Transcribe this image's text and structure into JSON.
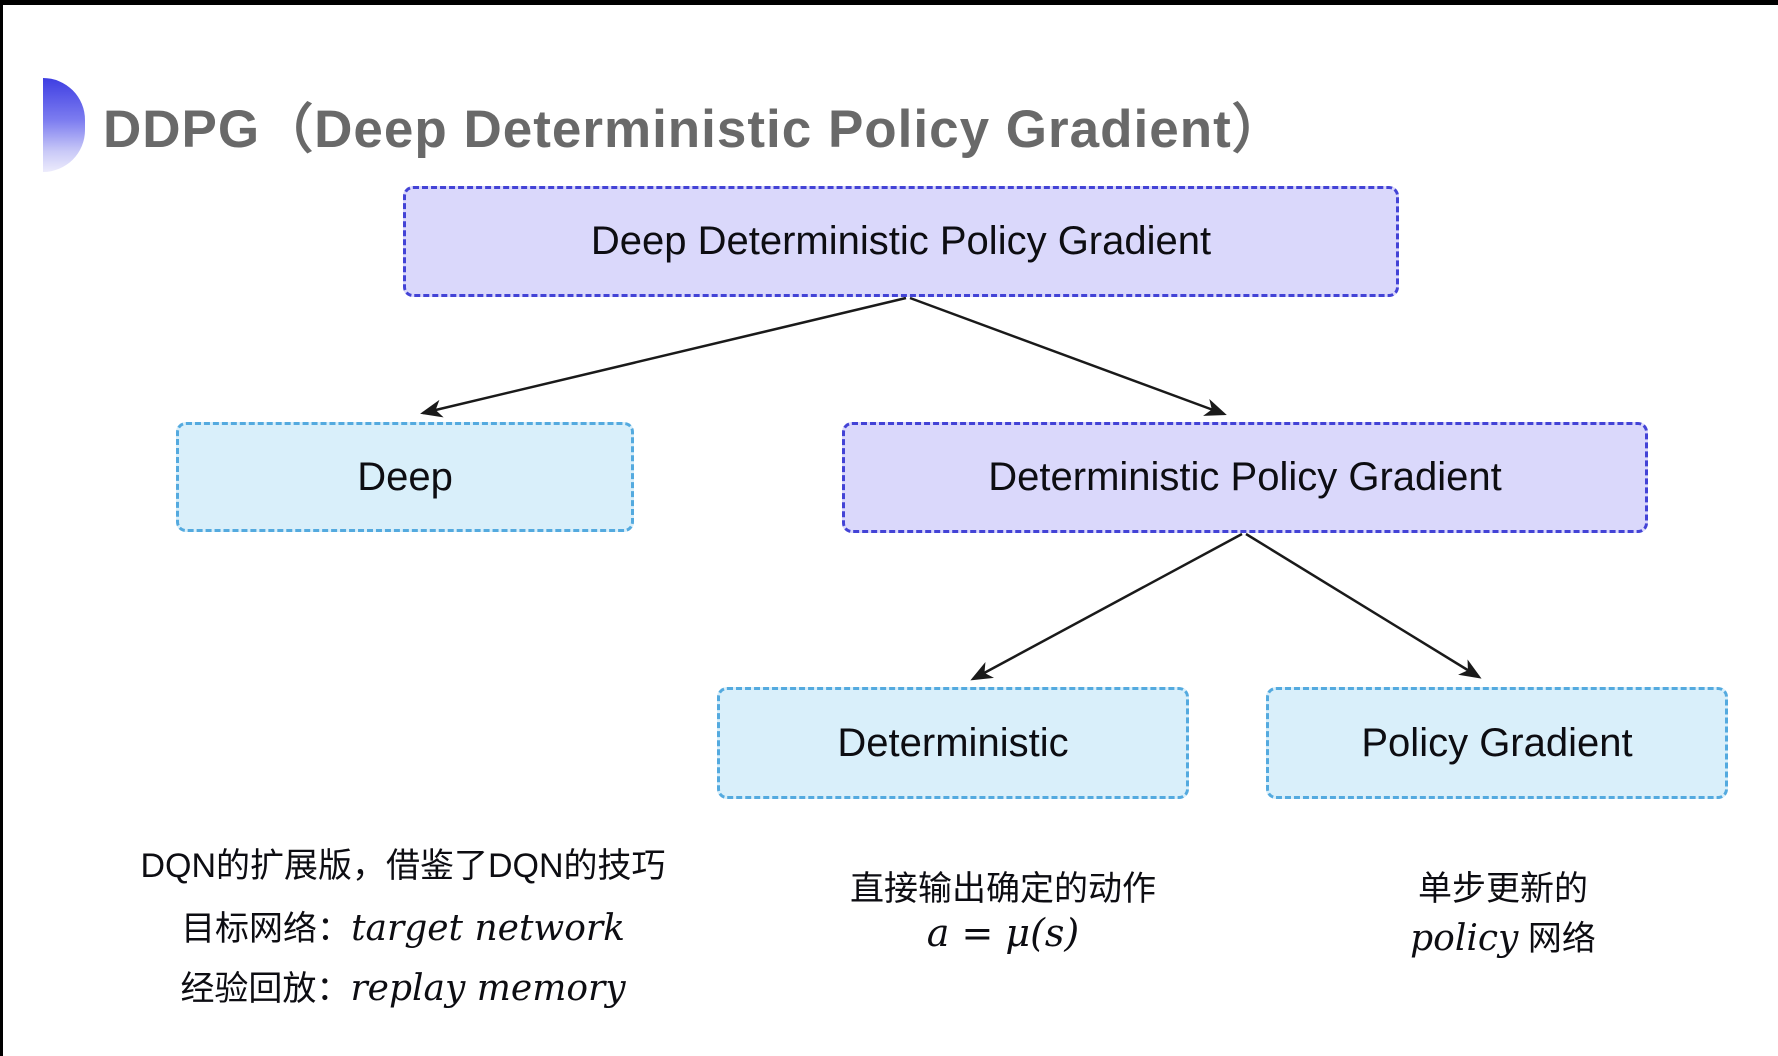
{
  "page": {
    "title": "DDPG（Deep Deterministic Policy Gradient）"
  },
  "diagram": {
    "nodes": {
      "root": {
        "label": "Deep Deterministic Policy Gradient"
      },
      "deep": {
        "label": "Deep"
      },
      "dpg": {
        "label": "Deterministic Policy Gradient"
      },
      "deterministic": {
        "label": "Deterministic"
      },
      "policy_gradient": {
        "label": "Policy Gradient"
      }
    },
    "colors": {
      "purple_fill": "#dad8fb",
      "purple_border": "#4343d6",
      "blue_fill": "#d9effa",
      "blue_border": "#54aadf",
      "arrow": "#1a1a1a",
      "title_gray": "#696969",
      "bullet_gradient_top": "#3e3ee2",
      "bullet_gradient_bottom": "#ecebfc"
    }
  },
  "notes": {
    "dqn": {
      "line1": "DQN的扩展版，借鉴了DQN的技巧",
      "line2_label": "目标网络：",
      "line2_value": "target network",
      "line3_label": "经验回放：",
      "line3_value": "replay memory"
    },
    "deterministic": {
      "line1": "直接输出确定的动作",
      "formula": "a = μ(s)"
    },
    "policy_gradient": {
      "line1": "单步更新的",
      "line2_italic": "policy",
      "line2_rest": " 网络"
    }
  }
}
